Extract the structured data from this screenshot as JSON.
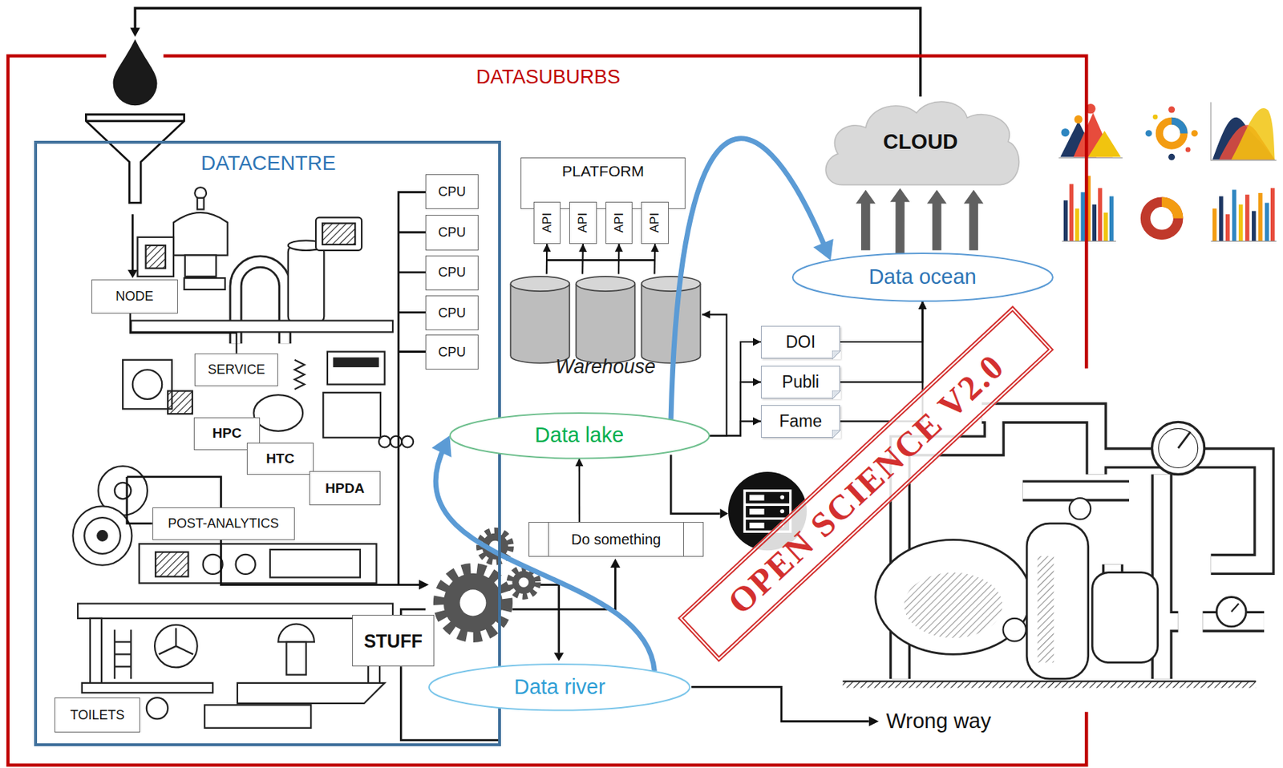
{
  "diagram": {
    "nodes": [
      {
        "text": [
          "DATASUBURBS"
        ]
      },
      {
        "text": [
          "DATACENTRE"
        ],
        "in": 0
      },
      {
        "text": [
          "NODE"
        ],
        "in": 1
      },
      {
        "text": [
          "SERVICE"
        ],
        "in": 1
      },
      {
        "text": [
          "HPC"
        ],
        "in": 1
      },
      {
        "text": [
          "HTC"
        ],
        "in": 1
      },
      {
        "text": [
          "HPDA"
        ],
        "in": 1
      },
      {
        "text": [
          "POST-ANALYTICS"
        ],
        "in": 1
      },
      {
        "text": [
          "CPU"
        ],
        "in": 1
      },
      {
        "text": [
          "CPU"
        ],
        "in": 1
      },
      {
        "text": [
          "CPU"
        ],
        "in": 1
      },
      {
        "text": [
          "CPU"
        ],
        "in": 1
      },
      {
        "text": [
          "CPU"
        ],
        "in": 1
      },
      {
        "text": [
          "STUFF"
        ],
        "in": 1
      },
      {
        "text": [
          "TOILETS"
        ],
        "in": 1
      },
      {
        "text": [
          "PLATFORM"
        ],
        "in": 0
      },
      {
        "text": [
          "API"
        ],
        "in": 0
      },
      {
        "text": [
          "API"
        ],
        "in": 0
      },
      {
        "text": [
          "API"
        ],
        "in": 0
      },
      {
        "text": [
          "API"
        ],
        "in": 0
      },
      {
        "text": [
          "Warehouse"
        ],
        "in": 0
      },
      {
        "text": [
          "CLOUD"
        ],
        "in": 0
      },
      {
        "text": [
          "Data ocean"
        ],
        "in": 0
      },
      {
        "text": [
          "DOI"
        ],
        "in": 0
      },
      {
        "text": [
          "Publi"
        ],
        "in": 0
      },
      {
        "text": [
          "Fame"
        ],
        "in": 0
      },
      {
        "text": [
          "Data lake"
        ],
        "in": 0
      },
      {
        "text": [
          "Do something"
        ],
        "in": 0
      },
      {
        "text": [
          "Data river"
        ],
        "in": 0
      },
      {
        "text": [
          "OPEN SCIENCE V2.0"
        ],
        "in": 0
      }
    ],
    "edges": [
      {
        "from": 2,
        "to": 3,
        "arrow": "none"
      },
      {
        "from": 27,
        "to": 26,
        "arrow": "to"
      },
      {
        "from": 26,
        "to": 20,
        "arrow": "to"
      },
      {
        "from": 26,
        "to": 23,
        "arrow": "to"
      },
      {
        "from": 26,
        "to": 24,
        "arrow": "to"
      },
      {
        "from": 26,
        "to": 25,
        "arrow": "to"
      },
      {
        "from": 20,
        "to": 16,
        "arrow": "to"
      },
      {
        "from": 20,
        "to": 17,
        "arrow": "to"
      },
      {
        "from": 20,
        "to": 18,
        "arrow": "to"
      },
      {
        "from": 20,
        "to": 19,
        "arrow": "to"
      },
      {
        "from": 23,
        "to": 22,
        "arrow": "to"
      },
      {
        "from": 24,
        "to": 22,
        "arrow": "to"
      },
      {
        "from": 25,
        "to": 22,
        "arrow": "to"
      },
      {
        "from": 22,
        "to": 21,
        "arrow": "to"
      },
      {
        "from": 28,
        "to": 26,
        "arrow": "to"
      },
      {
        "from": 26,
        "to": 22,
        "arrow": "to"
      }
    ],
    "labels": [
      "Wrong way"
    ]
  }
}
